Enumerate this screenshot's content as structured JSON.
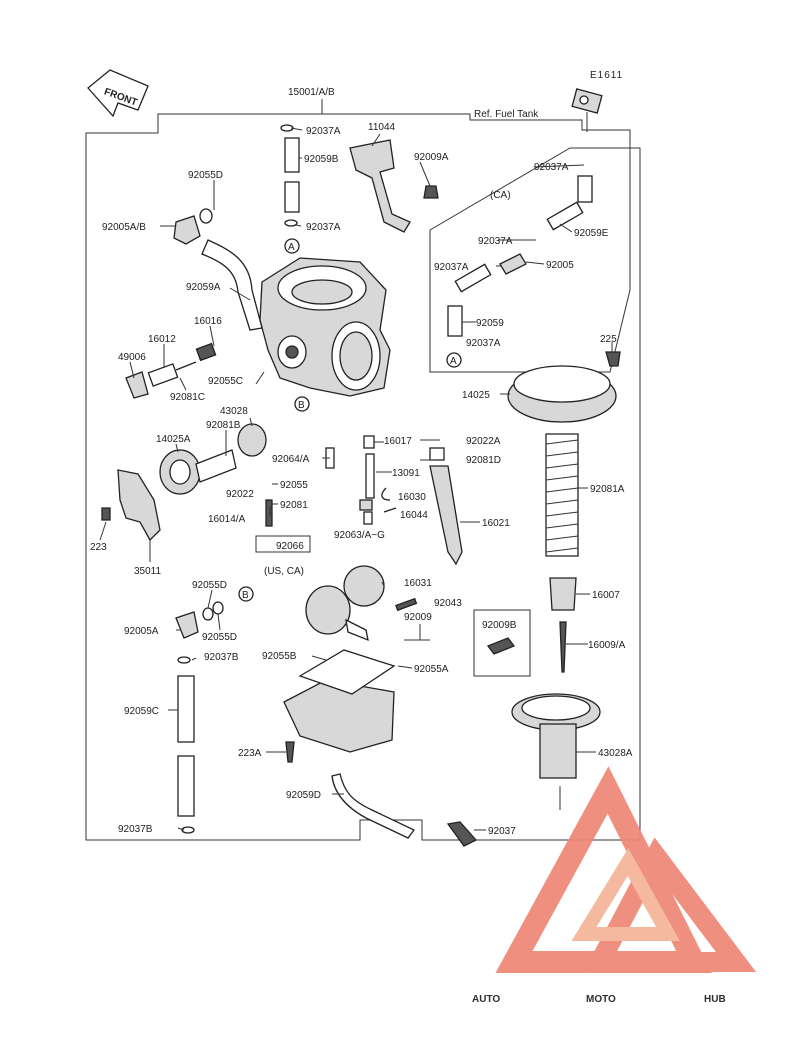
{
  "diagram_code": "E1611",
  "front_label": "FRONT",
  "ref_fuel_tank": "Ref. Fuel Tank",
  "top_assembly": "15001/A/B",
  "labels": {
    "p92037A_top": "92037A",
    "p11044": "11044",
    "p92059B": "92059B",
    "p92009A": "92009A",
    "p92037A_right": "92037A",
    "p92055D_top": "92055D",
    "p92005AB": "92005A/B",
    "p92037A_mid": "92037A",
    "p92059A": "92059A",
    "p16016": "16016",
    "p16012": "16012",
    "p49006": "49006",
    "p92081C": "92081C",
    "p92055C": "92055C",
    "p43028": "43028",
    "p92081B": "92081B",
    "p14025A": "14025A",
    "p223": "223",
    "p35011": "35011",
    "p92064A": "92064/A",
    "p92055": "92055",
    "p92022": "92022",
    "p92081": "92081",
    "p16014A": "16014/A",
    "p92066": "92066",
    "p16017": "16017",
    "p13091": "13091",
    "p16030": "16030",
    "p16044": "16044",
    "p92063AG": "92063/A~G",
    "p92022A": "92022A",
    "p92081D": "92081D",
    "p16021": "16021",
    "p92037A_ca1": "92037A",
    "p92059E": "92059E",
    "p92037A_ca2": "92037A",
    "p92005": "92005",
    "p92059": "92059",
    "p92037A_ca3": "92037A",
    "p225": "225",
    "p14025": "14025",
    "p92081A": "92081A",
    "p16007": "16007",
    "p16009A": "16009/A",
    "p43028A": "43028A",
    "p92055D_low": "92055D",
    "p92005A": "92005A",
    "p92055D_b": "92055D",
    "p92037B_top": "92037B",
    "p92059C": "92059C",
    "p92037B_bot": "92037B",
    "p16031": "16031",
    "p92043": "92043",
    "p92009": "92009",
    "p92055B": "92055B",
    "p92055A": "92055A",
    "p92009B": "92009B",
    "p223A": "223A",
    "p92059D": "92059D",
    "p92037": "92037"
  },
  "notes": {
    "ca": "(CA)",
    "us_ca": "(US, CA)"
  },
  "callouts": {
    "A": "A",
    "B": "B"
  },
  "watermark": {
    "auto": "AUTO",
    "moto": "MOTO",
    "hub": "HUB",
    "color_light": "#f4b69a",
    "color_mid": "#ef8a7a",
    "color_dark": "#4f4f4f"
  }
}
